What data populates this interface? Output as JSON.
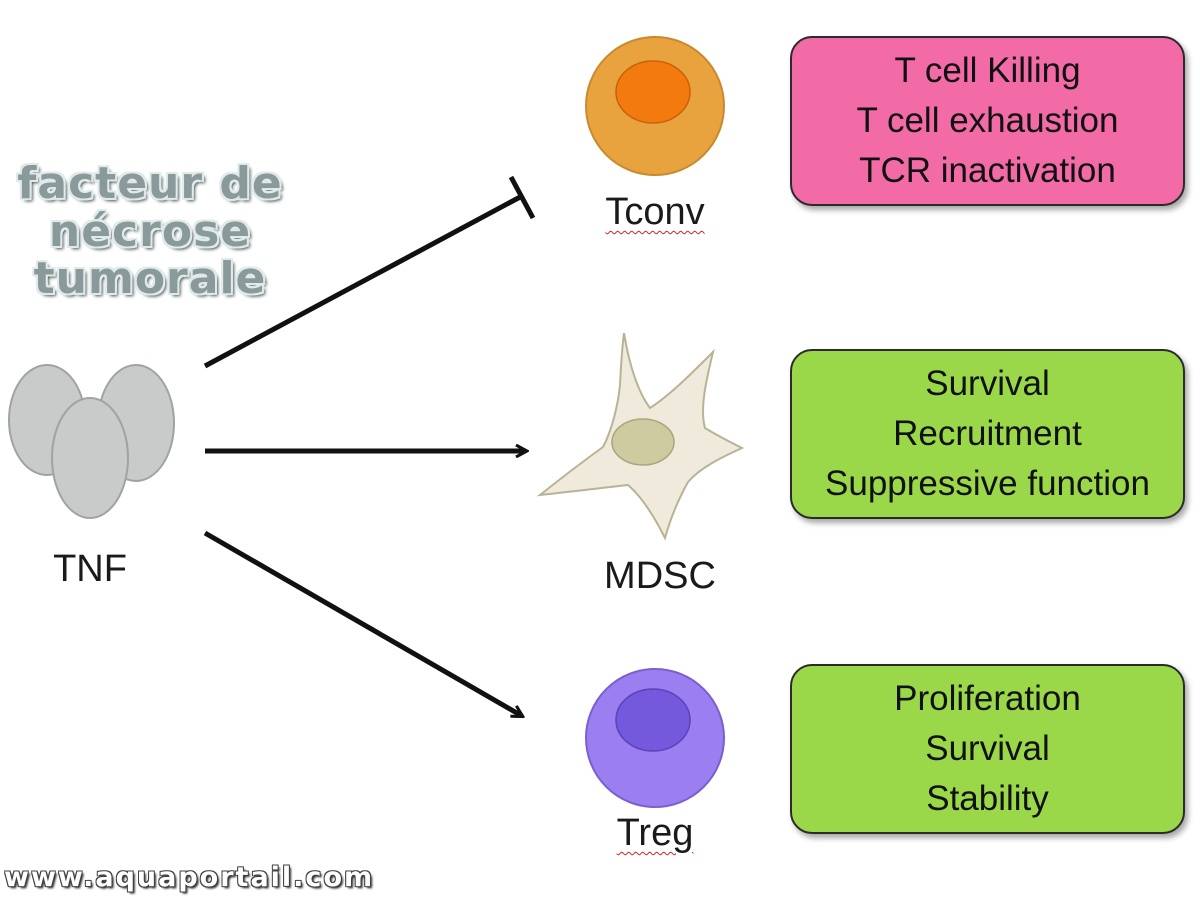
{
  "title_lines": [
    "facteur de",
    "nécrose",
    "tumorale"
  ],
  "source": {
    "label": "TNF",
    "color": "#c9cbcb"
  },
  "targets": [
    {
      "label": "Tconv",
      "relation": "inhibition",
      "cell_colors": {
        "body": "#e8a33e",
        "nucleus": "#f27a0e"
      },
      "effects": [
        "T cell Killing",
        "T cell exhaustion",
        "TCR inactivation"
      ],
      "box_color": "#f26aa6"
    },
    {
      "label": "MDSC",
      "relation": "activation",
      "cell_colors": {
        "body": "#efeadb",
        "nucleus": "#cfcba0"
      },
      "effects": [
        "Survival",
        "Recruitment",
        "Suppressive function"
      ],
      "box_color": "#9ad84a"
    },
    {
      "label": "Treg",
      "relation": "activation",
      "cell_colors": {
        "body": "#9b7ef0",
        "nucleus": "#7559dd"
      },
      "effects": [
        "Proliferation",
        "Survival",
        "Stability"
      ],
      "box_color": "#9ad84a"
    }
  ],
  "watermark": "www.aquaportail.com"
}
